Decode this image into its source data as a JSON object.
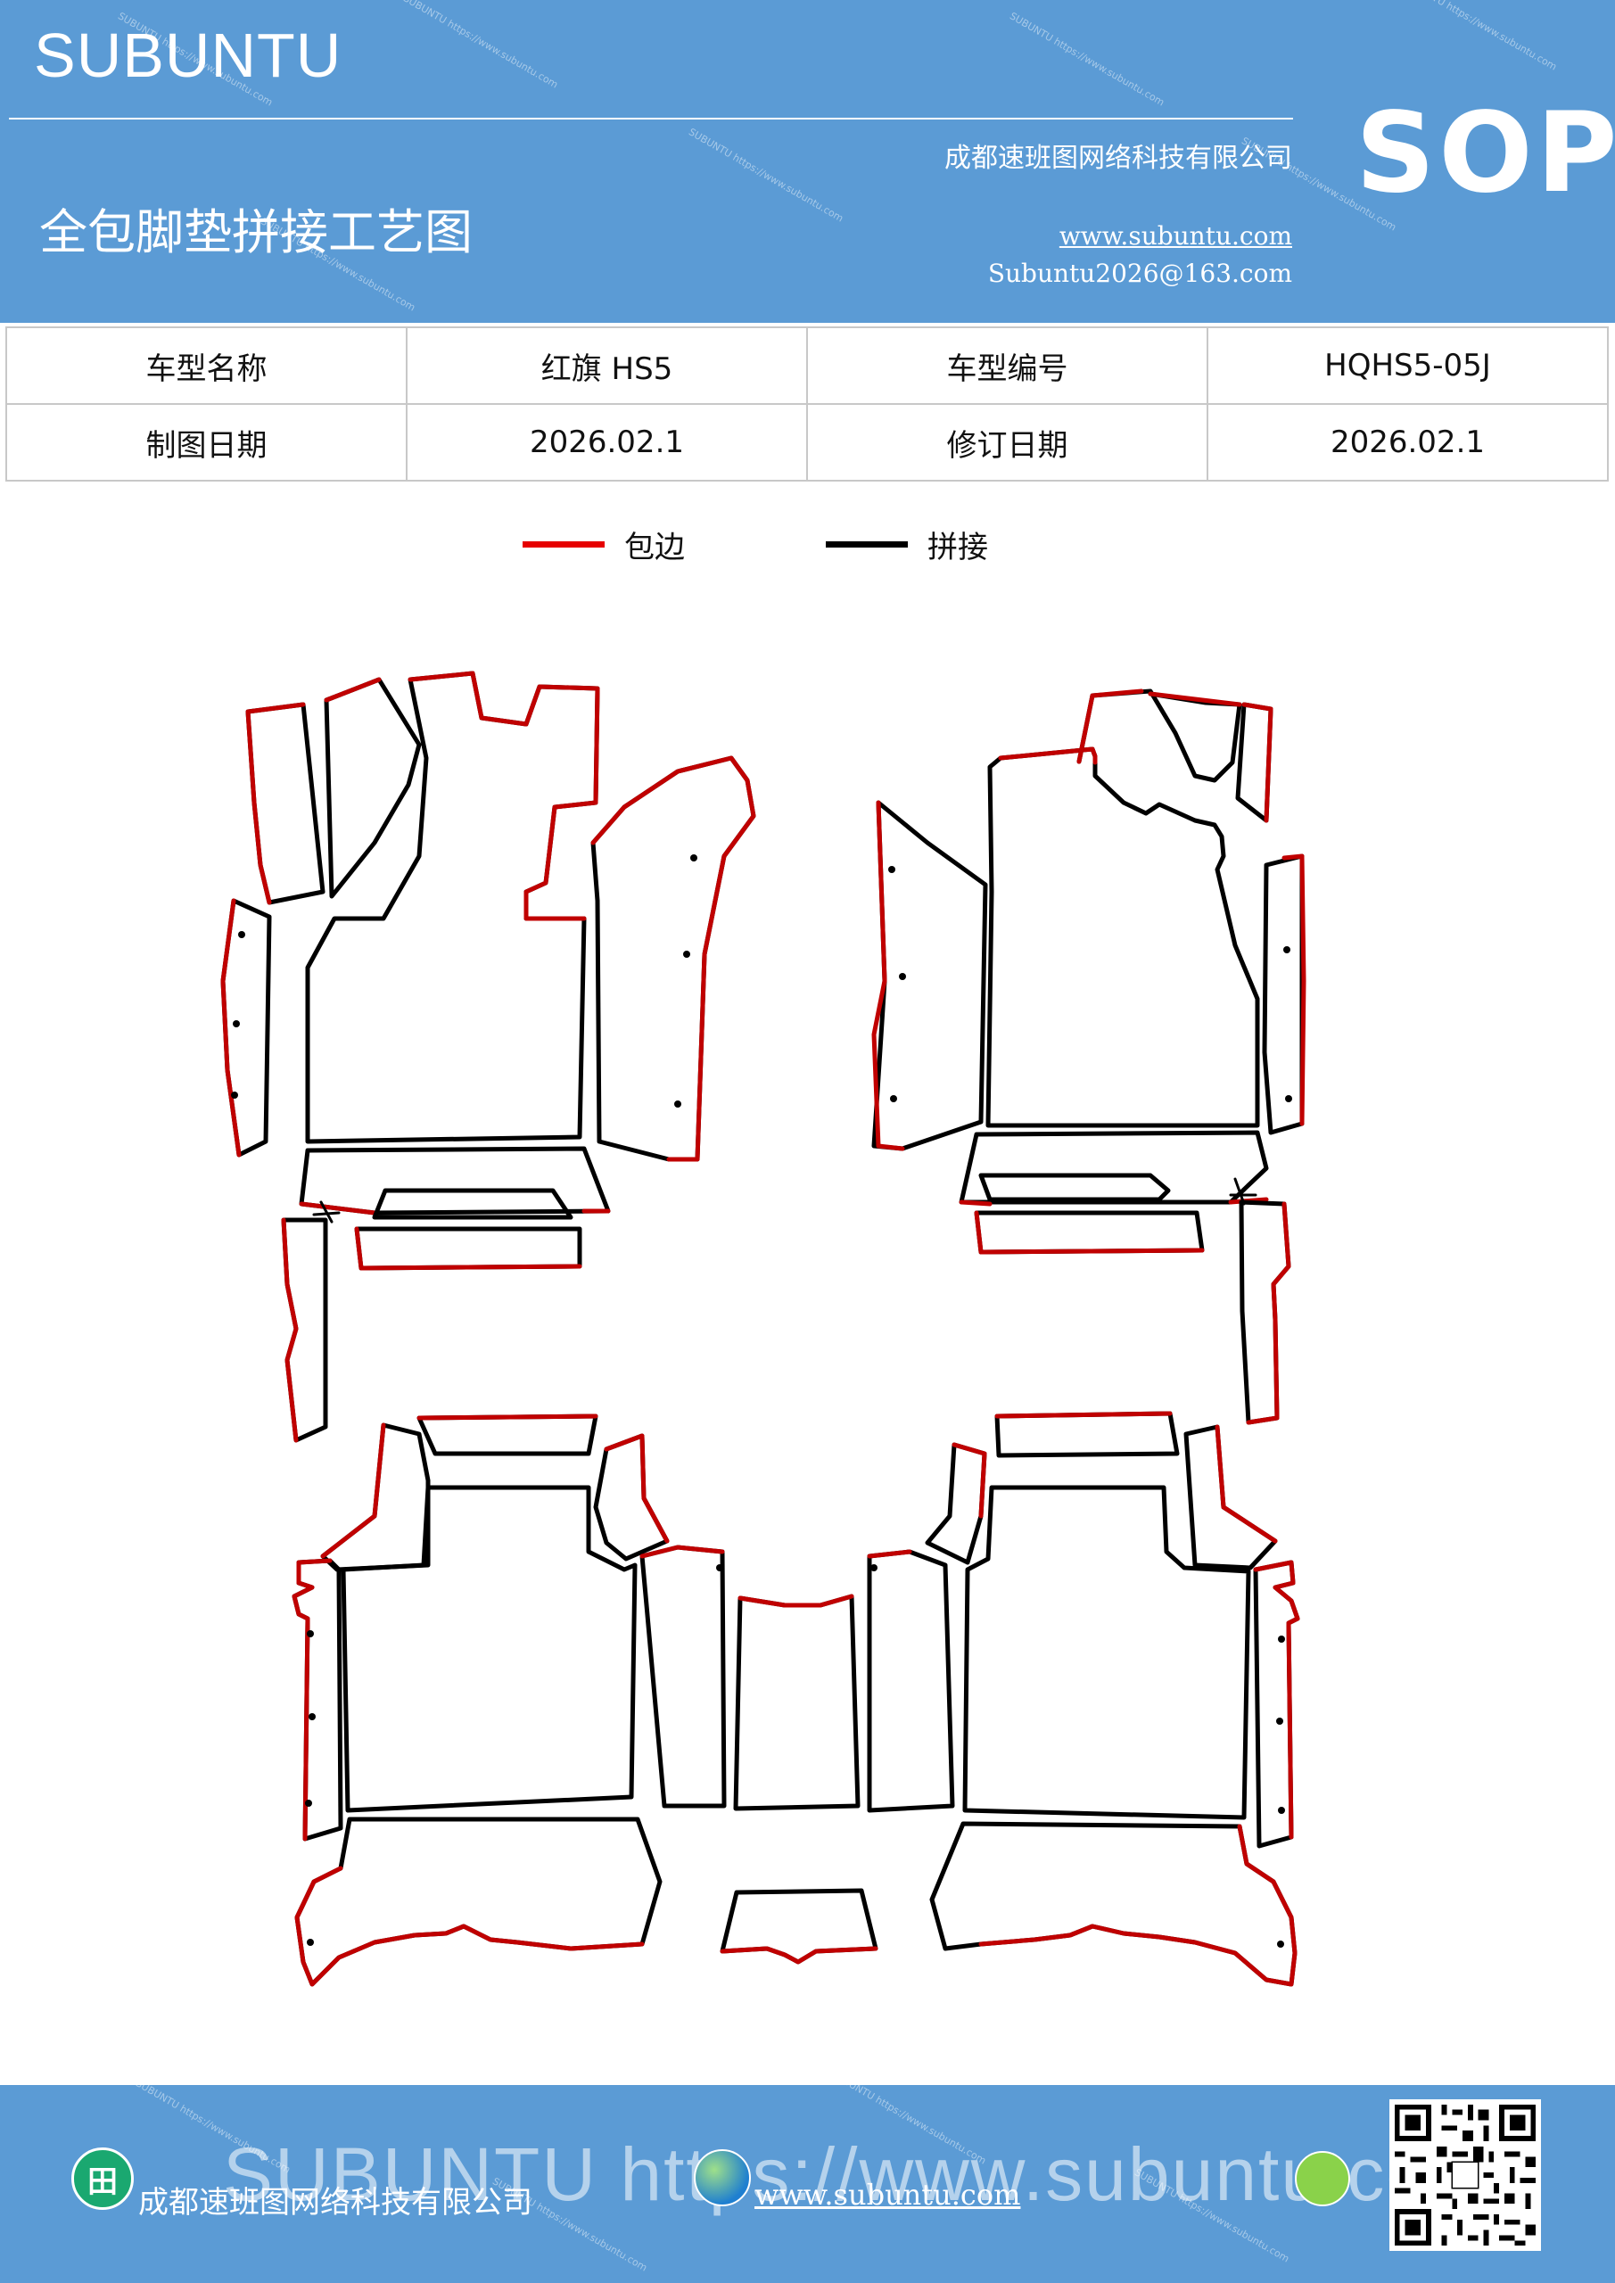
{
  "header": {
    "brand": "SUBUNTU",
    "title": "全包脚垫拼接工艺图",
    "company": "成都速班图网络科技有限公司",
    "website": "www.subuntu.com",
    "email": "Subuntu2026@163.com",
    "badge": "SOP",
    "watermark": "SUBUNTU https://www.subuntu.com"
  },
  "info": {
    "row1": {
      "label1": "车型名称",
      "value1": "红旗 HS5",
      "label2": "车型编号",
      "value2": "HQHS5-05J"
    },
    "row2": {
      "label1": "制图日期",
      "value1": "2026.02.1",
      "label2": "修订日期",
      "value2": "2026.02.1"
    }
  },
  "legend": {
    "edge": {
      "label": "包边",
      "color": "#e60000"
    },
    "joint": {
      "label": "拼接",
      "color": "#000000"
    }
  },
  "footer": {
    "company": "成都速班图网络科技有限公司",
    "website": "www.subuntu.com",
    "overlay": "SUBUNTU https://www.subuntu.com",
    "building_glyph": "田"
  },
  "icons": [
    "building-icon",
    "globe-icon",
    "wechat-icon",
    "qr-code"
  ]
}
